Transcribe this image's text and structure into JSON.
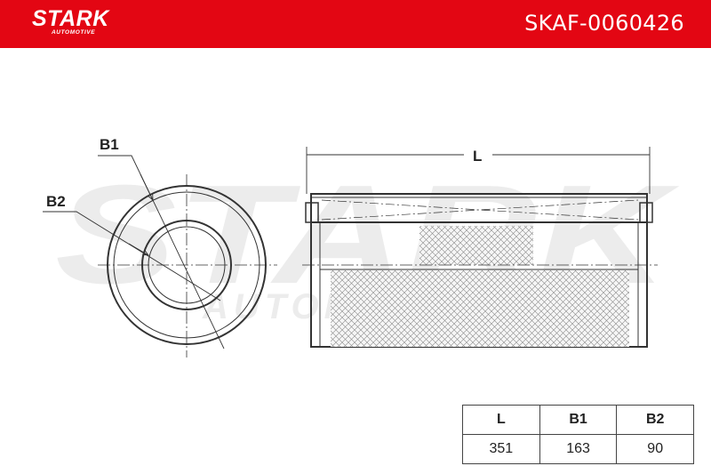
{
  "header": {
    "brand": "STARK",
    "brand_sub": "AUTOMOTIVE",
    "part_number": "SKAF-0060426",
    "color": "#e30613"
  },
  "drawing": {
    "watermark_main": "STARK",
    "watermark_sub": "AUTOMOTIVE",
    "labels": {
      "b1": "B1",
      "b2": "B2",
      "l": "L"
    }
  },
  "dimensions_table": {
    "headers": [
      "L",
      "B1",
      "B2"
    ],
    "values": [
      "351",
      "163",
      "90"
    ]
  }
}
